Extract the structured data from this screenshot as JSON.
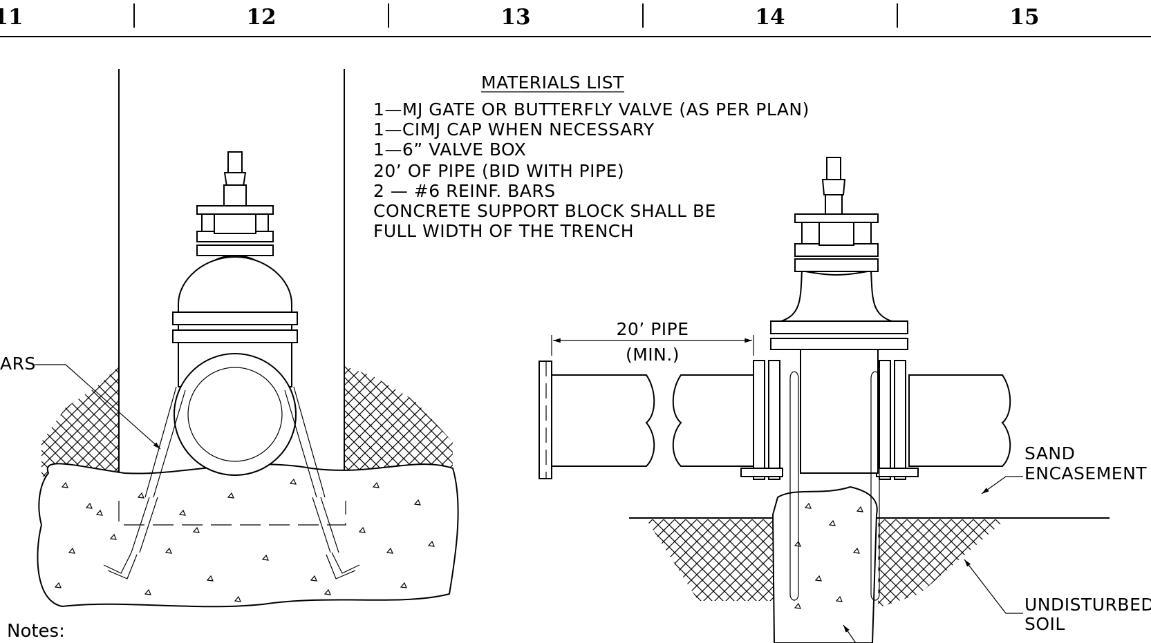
{
  "zone_header": {
    "zones": [
      "11",
      "12",
      "13",
      "14",
      "15"
    ]
  },
  "materials_list": {
    "title": "MATERIALS LIST",
    "lines": [
      "1—MJ GATE OR BUTTERFLY VALVE (AS PER PLAN)",
      "1—CIMJ CAP WHEN NECESSARY",
      "1—6” VALVE BOX",
      "20’ OF PIPE (BID WITH PIPE)",
      "2 — #6 REINF. BARS",
      "CONCRETE SUPPORT BLOCK SHALL BE",
      "FULL WIDTH OF THE TRENCH"
    ]
  },
  "left_view": {
    "bars_label": "ARS"
  },
  "right_view": {
    "pipe_label": "20’ PIPE",
    "pipe_min_label": "(MIN.)",
    "sand_label_1": "SAND",
    "sand_label_2": "ENCASEMENT",
    "soil_label_1": "UNDISTURBED",
    "soil_label_2": "SOIL"
  },
  "notes": {
    "label": "Notes:"
  },
  "colors": {
    "ink": "#000000",
    "paper": "#ffffff"
  }
}
